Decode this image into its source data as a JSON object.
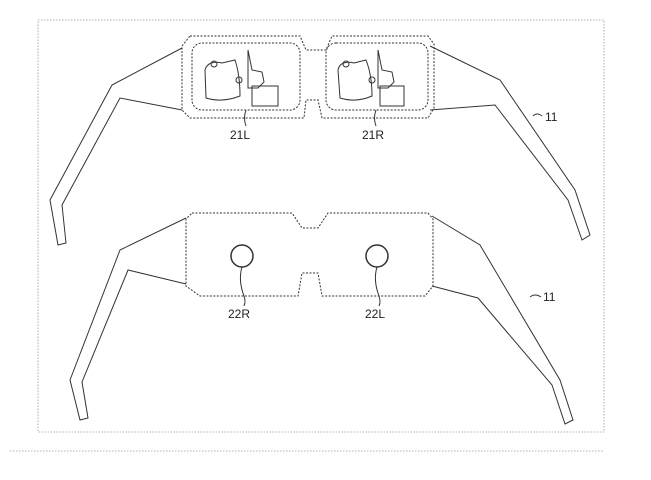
{
  "figure": {
    "top_glasses": {
      "label_frame": "11",
      "label_left_display": "21L",
      "label_right_display": "21R"
    },
    "bottom_glasses": {
      "label_frame": "11",
      "label_right_camera": "22R",
      "label_left_camera": "22L"
    }
  }
}
